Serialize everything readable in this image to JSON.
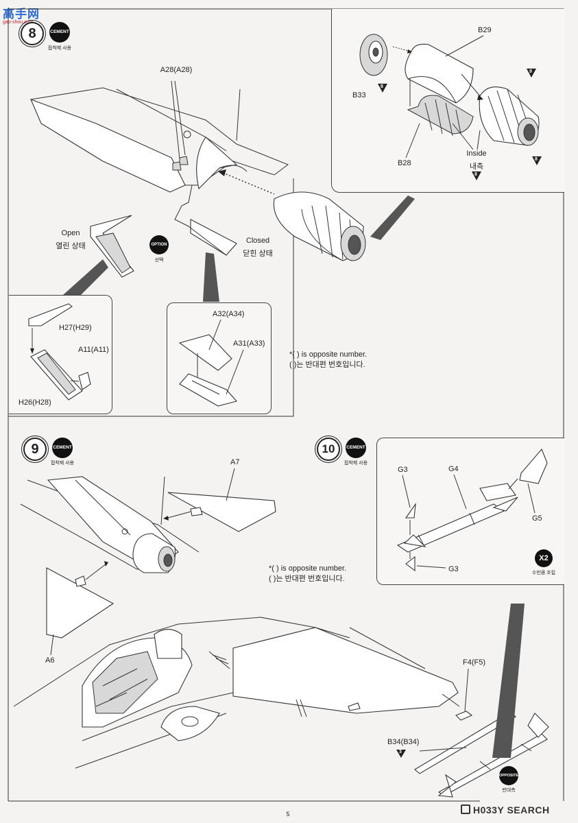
{
  "logo": {
    "text": "高手网",
    "url_text": "gao-shou.com"
  },
  "steps": {
    "s8": {
      "number": "8",
      "cement": "CEMENT",
      "cement_note": "접착제 사용"
    },
    "s9": {
      "number": "9",
      "cement": "CEMENT",
      "cement_note": "접착제 사용"
    },
    "s10": {
      "number": "10",
      "cement": "CEMENT",
      "cement_note": "접착제 사용"
    }
  },
  "option_badge": {
    "text": "OPTION",
    "caption": "선택"
  },
  "x2_badge": {
    "text": "X2",
    "caption": "수만큼 조립"
  },
  "opposite_badge": {
    "text": "OPPOSITE",
    "caption": "반대측"
  },
  "labels": {
    "a28": "A28(A28)",
    "b29": "B29",
    "b33": "B33",
    "b28": "B28",
    "inside_en": "Inside",
    "inside_kr": "내측",
    "ref8": "8",
    "ref9": "9",
    "open_en": "Open",
    "open_kr": "열린 상태",
    "closed_en": "Closed",
    "closed_kr": "닫힌 상태",
    "h27": "H27(H29)",
    "a11": "A11(A11)",
    "h26": "H26(H28)",
    "a32": "A32(A34)",
    "a31": "A31(A33)",
    "a7": "A7",
    "a6": "A6",
    "g3_top": "G3",
    "g4": "G4",
    "g5": "G5",
    "g3_bottom": "G3",
    "f4": "F4(F5)",
    "b34": "B34(B34)",
    "ref3": "3"
  },
  "notes": {
    "opposite_en": "*(    ) is opposite number.",
    "opposite_kr": "(    )는 반대편 번호입니다."
  },
  "footer": {
    "page_number": "5",
    "watermark": "H033Y SEARCH"
  }
}
